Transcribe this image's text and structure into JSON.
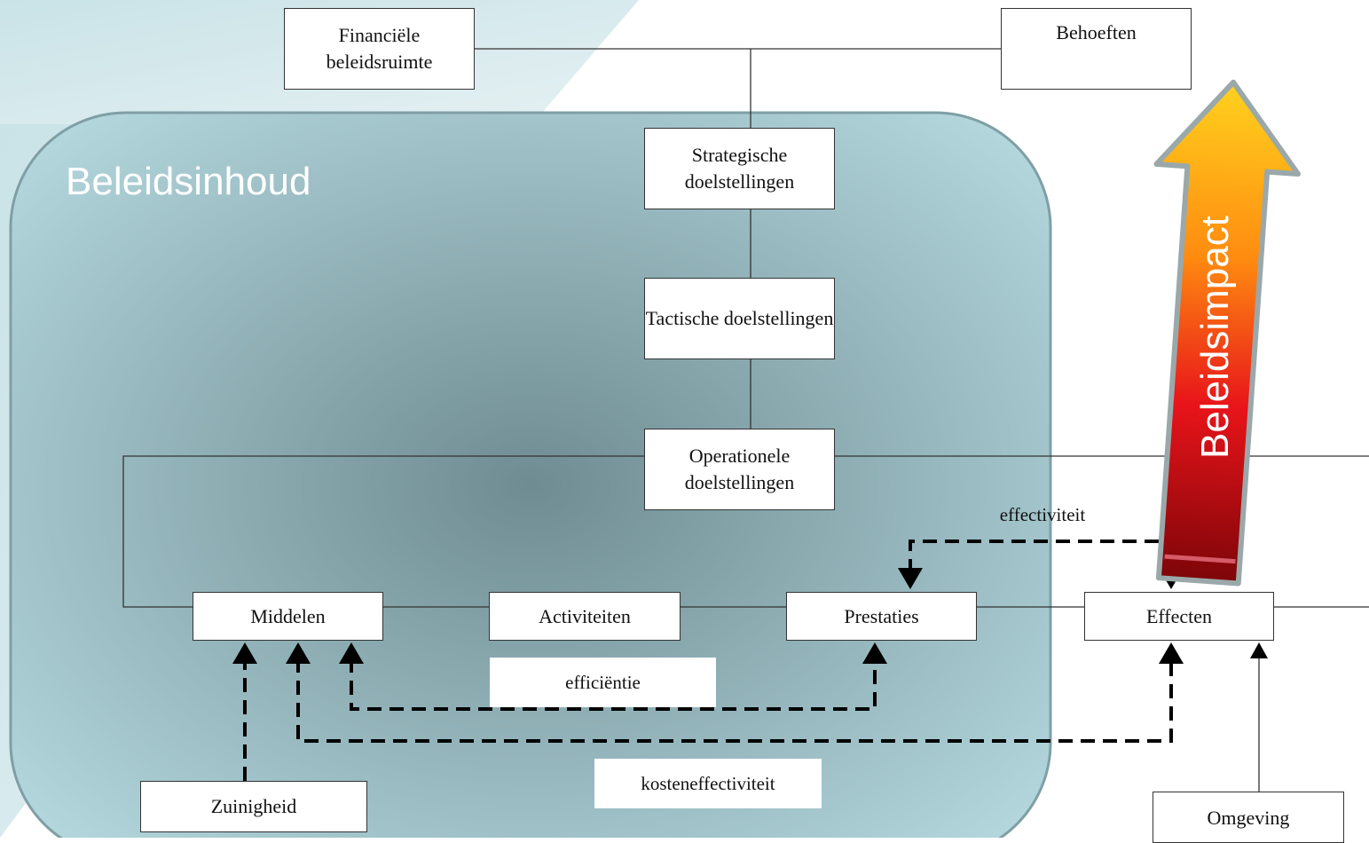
{
  "region": {
    "title": "Beleidsinhoud"
  },
  "impact_arrow": {
    "label": "Beleidsimpact"
  },
  "boxes": {
    "financiele_beleidsruimte": "Financiële beleidsruimte",
    "behoeften": "Behoeften",
    "strategische_doelstellingen": "Strategische doelstellingen",
    "tactische_doelstellingen": "Tactische doelstellingen",
    "operationele_doelstellingen": "Operationele doelstellingen",
    "middelen": "Middelen",
    "activiteiten": "Activiteiten",
    "prestaties": "Prestaties",
    "effecten": "Effecten",
    "zuinigheid": "Zuinigheid",
    "omgeving": "Omgeving"
  },
  "relations": {
    "effectiviteit": "effectiviteit",
    "efficientie": "efficiëntie",
    "kosteneffectiviteit": "kosteneffectiviteit"
  }
}
